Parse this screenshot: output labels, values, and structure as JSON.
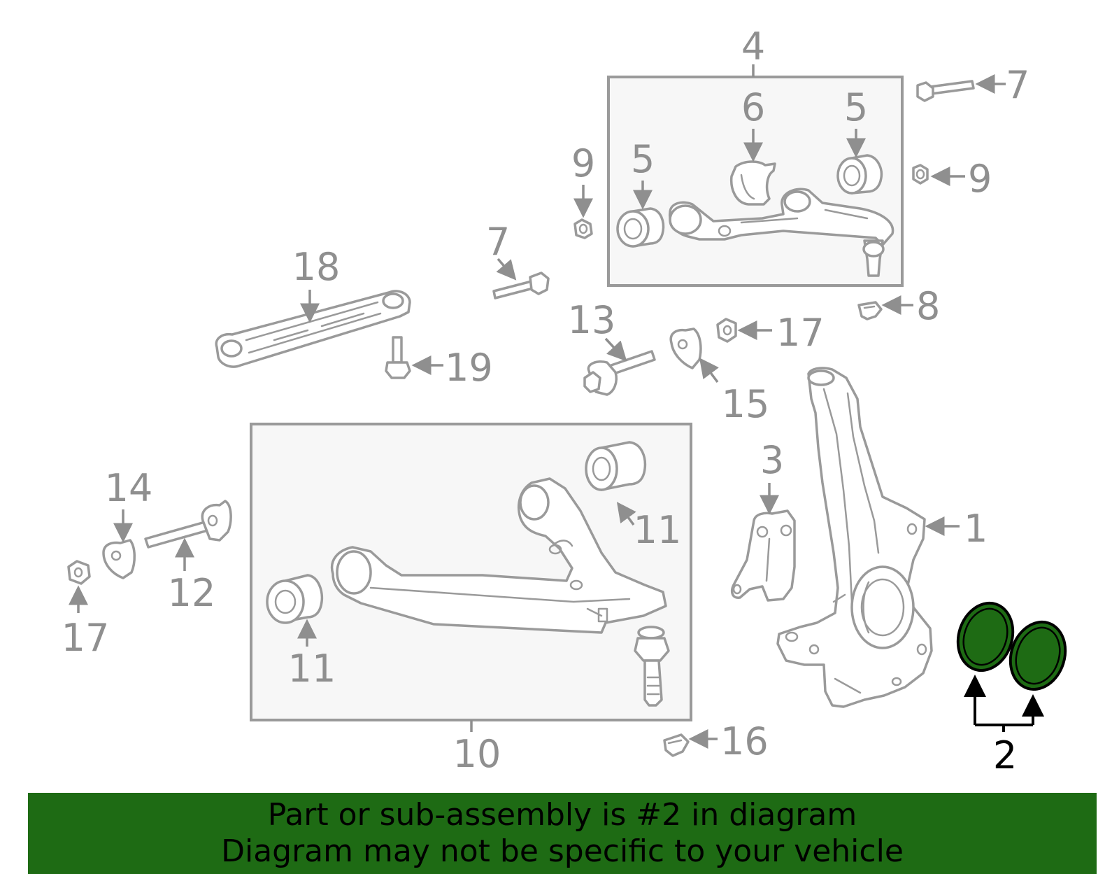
{
  "callouts": {
    "c1": "1",
    "c2": "2",
    "c3": "3",
    "c4": "4",
    "c5a": "5",
    "c5b": "5",
    "c6": "6",
    "c7a": "7",
    "c7b": "7",
    "c8": "8",
    "c9a": "9",
    "c9b": "9",
    "c10": "10",
    "c11a": "11",
    "c11b": "11",
    "c12": "12",
    "c13": "13",
    "c14": "14",
    "c15": "15",
    "c16": "16",
    "c17a": "17",
    "c17b": "17",
    "c18": "18",
    "c19": "19"
  },
  "banner": {
    "line1": "Part or sub-assembly is #2 in diagram",
    "line2": "Diagram may not be specific to your vehicle"
  },
  "colors": {
    "highlight": "#1e6b14",
    "part_stroke": "#9a9a9a",
    "label": "#8f8f8f"
  }
}
